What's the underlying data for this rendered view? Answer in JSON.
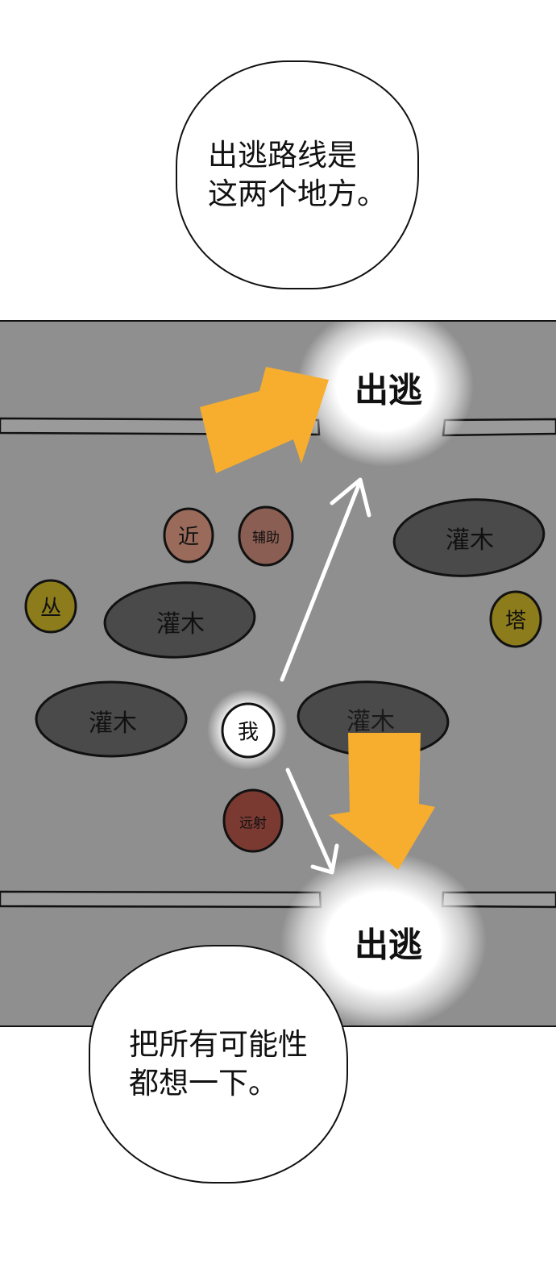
{
  "bubble_top": {
    "line1": "出逃路线是",
    "line2": "这两个地方。"
  },
  "map": {
    "exit_top": "出逃",
    "exit_bottom": "出逃",
    "bush_right_top": "灌木",
    "bush_left_upper": "灌木",
    "bush_left_lower": "灌木",
    "bush_right_lower": "灌木",
    "unit_melee": "近",
    "unit_support": "辅助",
    "unit_left_yellow": "丛",
    "unit_tower": "塔",
    "unit_me": "我",
    "unit_ranged": "远射",
    "colors": {
      "background": "#8f8f8f",
      "bush": "#4a4a4a",
      "arrow": "#f7ae2e",
      "melee": "#9a6a5a",
      "support": "#8a5e52",
      "yellow": "#8c7c1c",
      "ranged": "#7a3a32"
    }
  },
  "bubble_bottom": {
    "line1": "把所有可能性",
    "line2": "都想一下。"
  }
}
